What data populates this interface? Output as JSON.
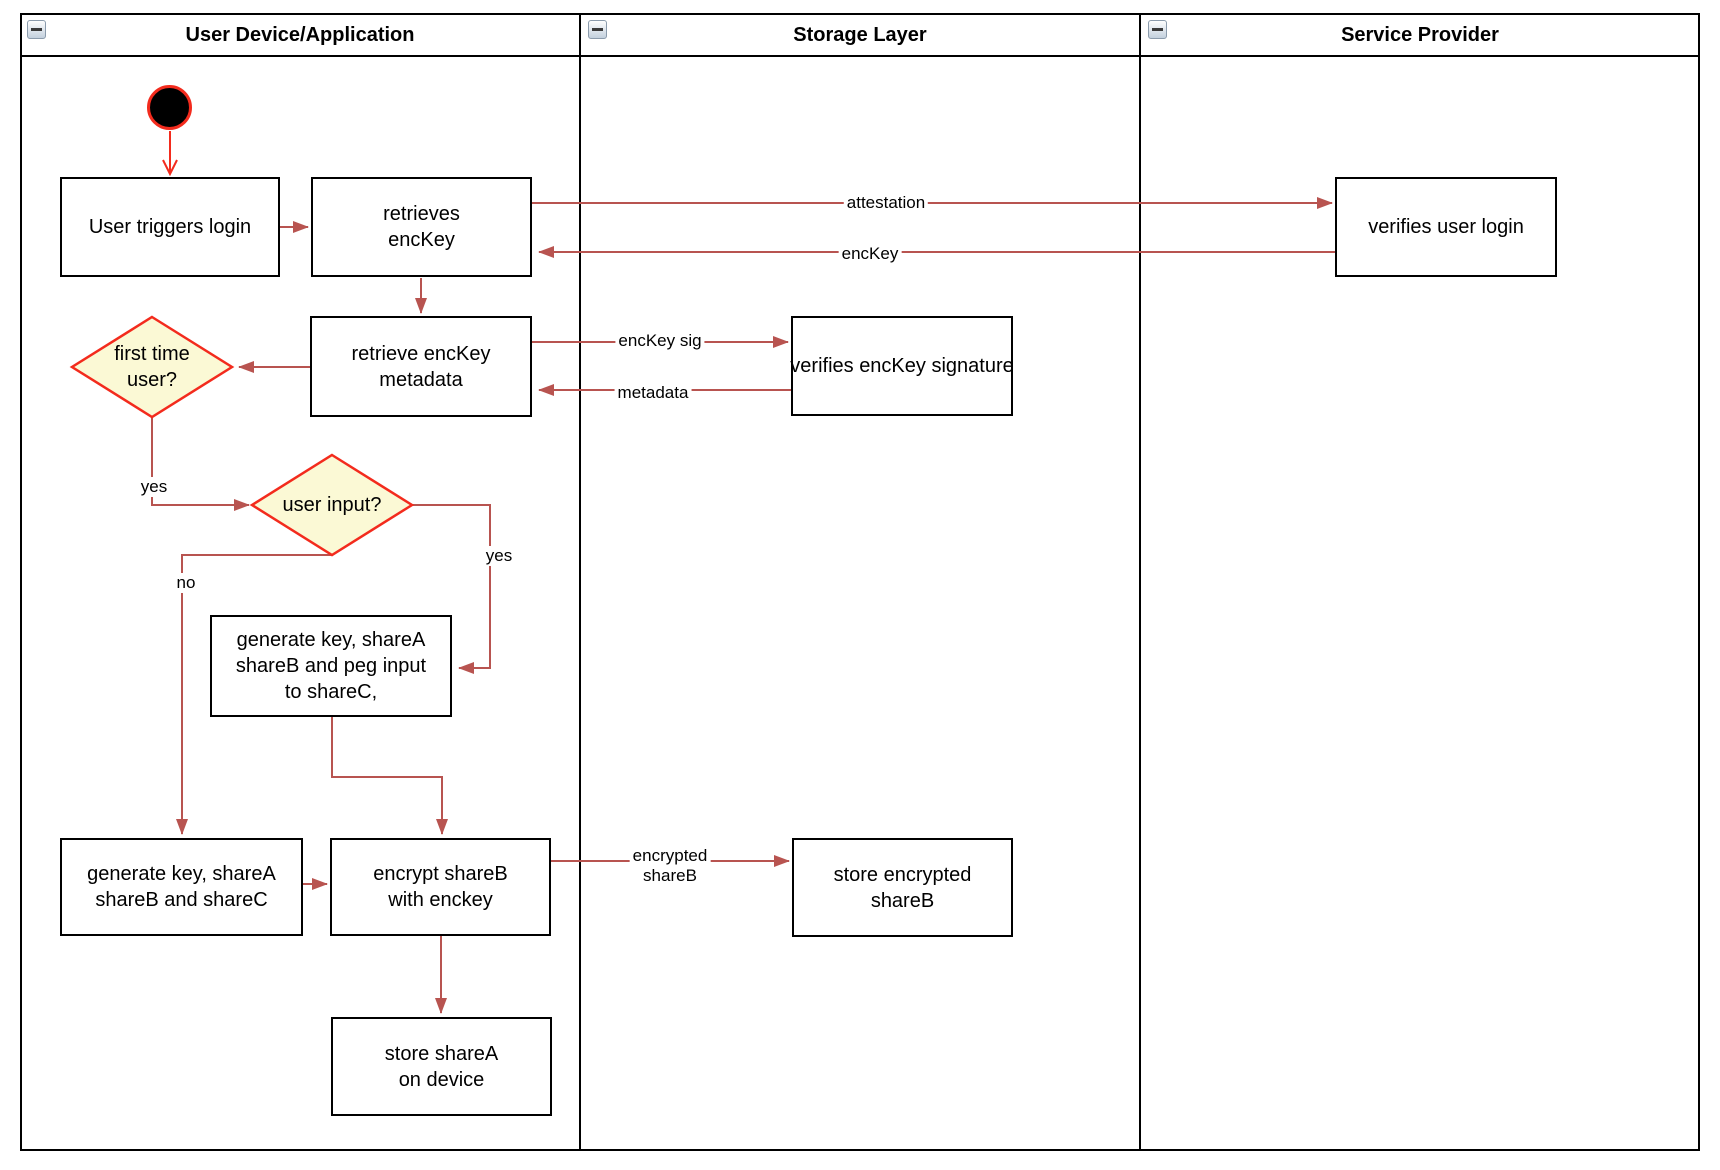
{
  "lanes": [
    {
      "title": "User Device/Application"
    },
    {
      "title": "Storage Layer"
    },
    {
      "title": "Service Provider"
    }
  ],
  "nodes": {
    "user_triggers_login": {
      "lines": [
        "User triggers login"
      ]
    },
    "retrieves_enckey": {
      "lines": [
        "retrieves",
        "encKey"
      ]
    },
    "verifies_user_login": {
      "lines": [
        "verifies user login"
      ]
    },
    "retrieve_enckey_metadata": {
      "lines": [
        "retrieve encKey",
        "metadata"
      ]
    },
    "verifies_enckey_signature": {
      "lines": [
        "verifies encKey signature"
      ]
    },
    "first_time_user": {
      "lines": [
        "first time",
        "user?"
      ]
    },
    "user_input": {
      "lines": [
        "user input?"
      ]
    },
    "generate_peg": {
      "lines": [
        "generate key, shareA",
        "shareB and peg input",
        "to shareC,"
      ]
    },
    "generate_shares": {
      "lines": [
        "generate key, shareA",
        "shareB and shareC"
      ]
    },
    "encrypt_shareb": {
      "lines": [
        "encrypt shareB",
        "with enckey"
      ]
    },
    "store_encrypted_shareb": {
      "lines": [
        "store encrypted",
        "shareB"
      ]
    },
    "store_sharea": {
      "lines": [
        "store shareA",
        "on device"
      ]
    }
  },
  "edge_labels": {
    "attestation": "attestation",
    "enckey": "encKey",
    "enckey_sig": "encKey sig",
    "metadata": "metadata",
    "yes_first_time": "yes",
    "no_user_input": "no",
    "yes_user_input": "yes",
    "encrypted_shareb_line1": "encrypted",
    "encrypted_shareb_line2": "shareB"
  },
  "colors": {
    "arrow_color": "#b85450",
    "start_arrow_color": "#f32b1d",
    "diamond_fill": "#fbf9d5",
    "diamond_border": "#f32b1d",
    "box_border": "#000000"
  }
}
